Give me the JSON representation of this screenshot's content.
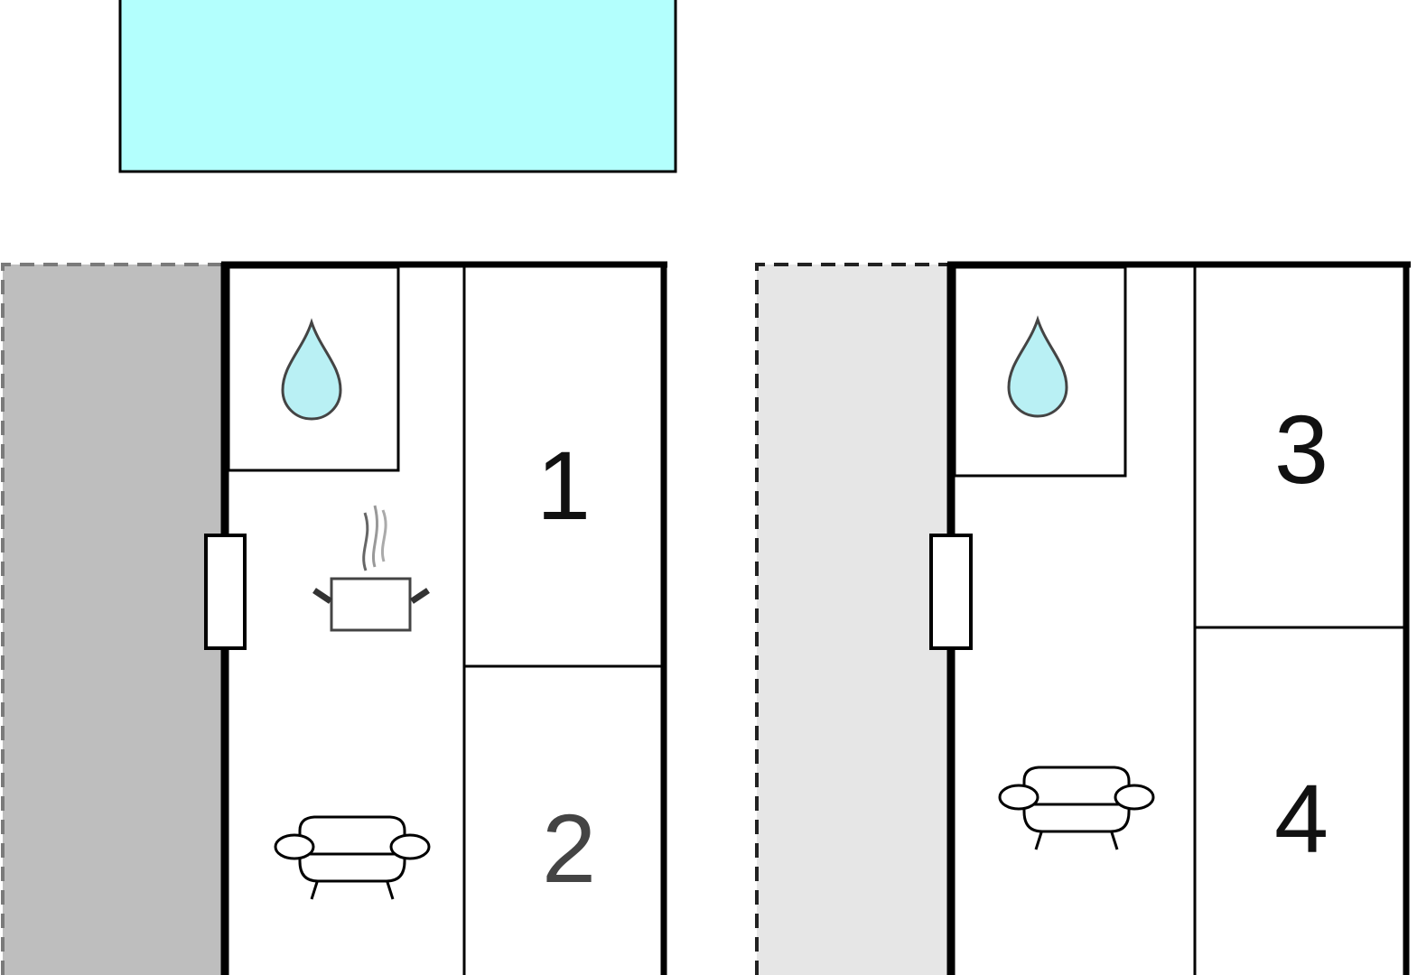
{
  "colors": {
    "pool": "#b3fffd",
    "terrace_left": "#bebebe",
    "terrace_right": "#e6e6e6",
    "wall": "#000000",
    "water_drop": "#b9f0f4"
  },
  "rooms": {
    "room_1": "1",
    "room_2": "2",
    "room_3": "3",
    "room_4": "4"
  },
  "icons": {
    "bathroom": "water-drop-icon",
    "kitchen": "cooking-pot-icon",
    "living_room": "sofa-icon"
  }
}
